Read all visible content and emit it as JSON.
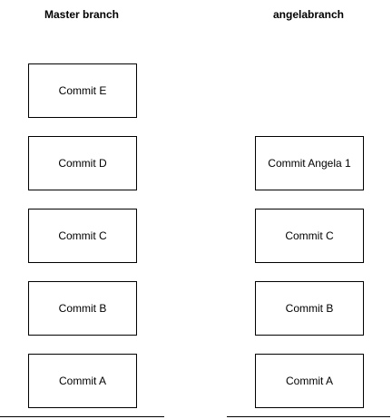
{
  "branches": [
    {
      "title": "Master branch",
      "commits": [
        "Commit E",
        "Commit D",
        "Commit C",
        "Commit B",
        "Commit A"
      ]
    },
    {
      "title": "angelabranch",
      "commits": [
        "Commit Angela 1",
        "Commit C",
        "Commit B",
        "Commit A"
      ]
    }
  ]
}
